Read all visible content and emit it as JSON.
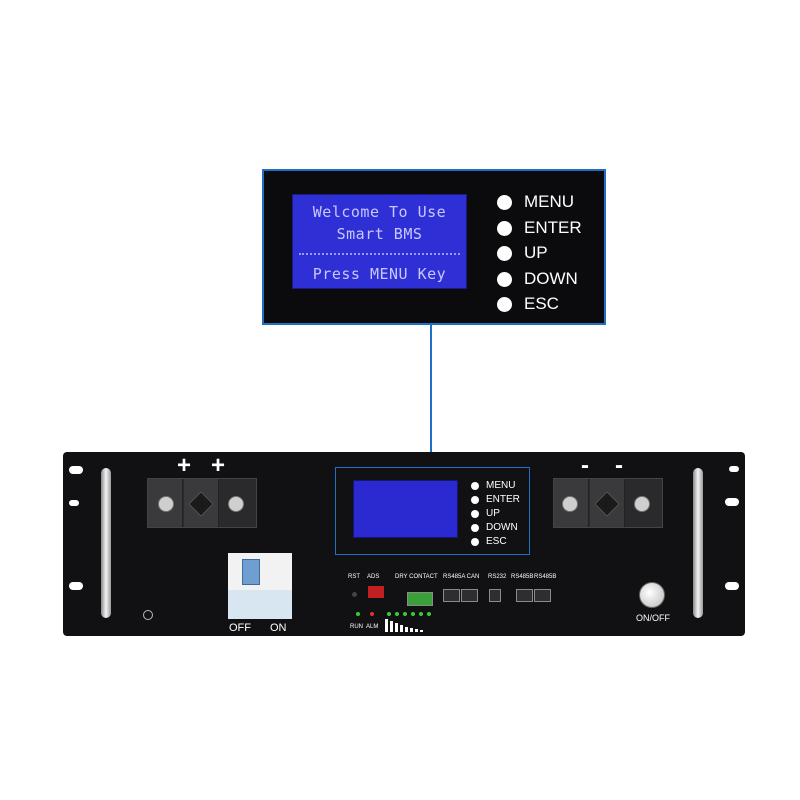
{
  "lcd": {
    "line1": "Welcome To Use",
    "line2": "Smart BMS",
    "line3": "Press MENU Key"
  },
  "buttons": [
    "MENU",
    "ENTER",
    "UP",
    "DOWN",
    "ESC"
  ],
  "terminals": {
    "positive_signs": [
      "+",
      "+"
    ],
    "negative_signs": [
      "-",
      "-"
    ]
  },
  "breaker": {
    "off_label": "OFF",
    "on_label": "ON"
  },
  "ports": {
    "rst": "RST",
    "ads": "ADS",
    "dry_contact": "DRY CONTACT",
    "rs485a_can": "RS485A CAN",
    "rs232": "RS232",
    "rs485b_1": "RS485B",
    "rs485b_2": "RS485B",
    "run": "RUN",
    "alm": "ALM"
  },
  "power_button": {
    "label": "ON/OFF"
  },
  "colors": {
    "lcd_blue": "#2f2fd6",
    "accent_blue": "#1f6fc4",
    "body": "#111113"
  }
}
